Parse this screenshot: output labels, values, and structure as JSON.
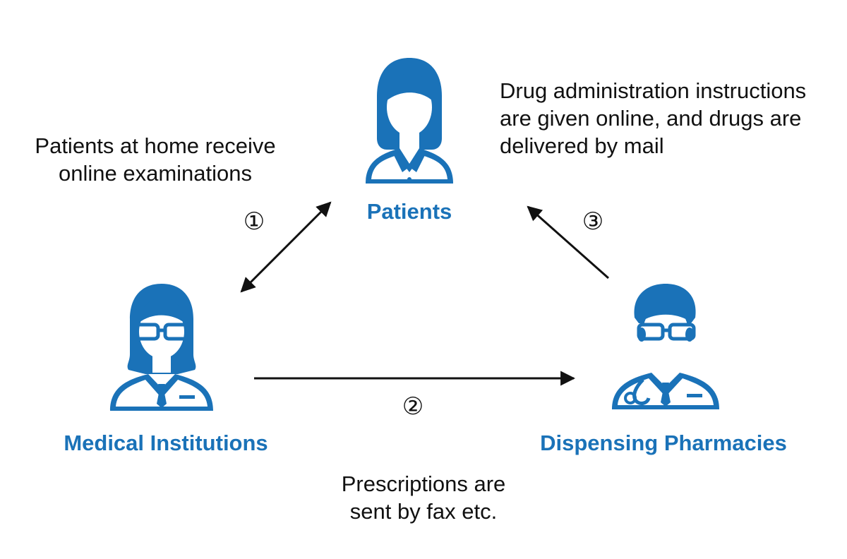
{
  "colors": {
    "accent": "#1a72b8",
    "text": "#111111",
    "arrow": "#111111",
    "background": "#ffffff"
  },
  "nodes": {
    "patients": {
      "label": "Patients",
      "icon": "patient-woman-icon"
    },
    "medical": {
      "label": "Medical Institutions",
      "icon": "doctor-woman-glasses-icon"
    },
    "pharmacies": {
      "label": "Dispensing Pharmacies",
      "icon": "pharmacist-man-stethoscope-icon"
    }
  },
  "steps": {
    "one": {
      "number": "①",
      "description_lines": [
        "Patients at home receive",
        "online examinations"
      ]
    },
    "two": {
      "number": "②",
      "description_lines": [
        "Prescriptions are",
        "sent by fax etc."
      ]
    },
    "three": {
      "number": "③",
      "description_lines": [
        "Drug administration instructions",
        "are given online, and drugs are",
        "delivered by mail"
      ]
    }
  }
}
